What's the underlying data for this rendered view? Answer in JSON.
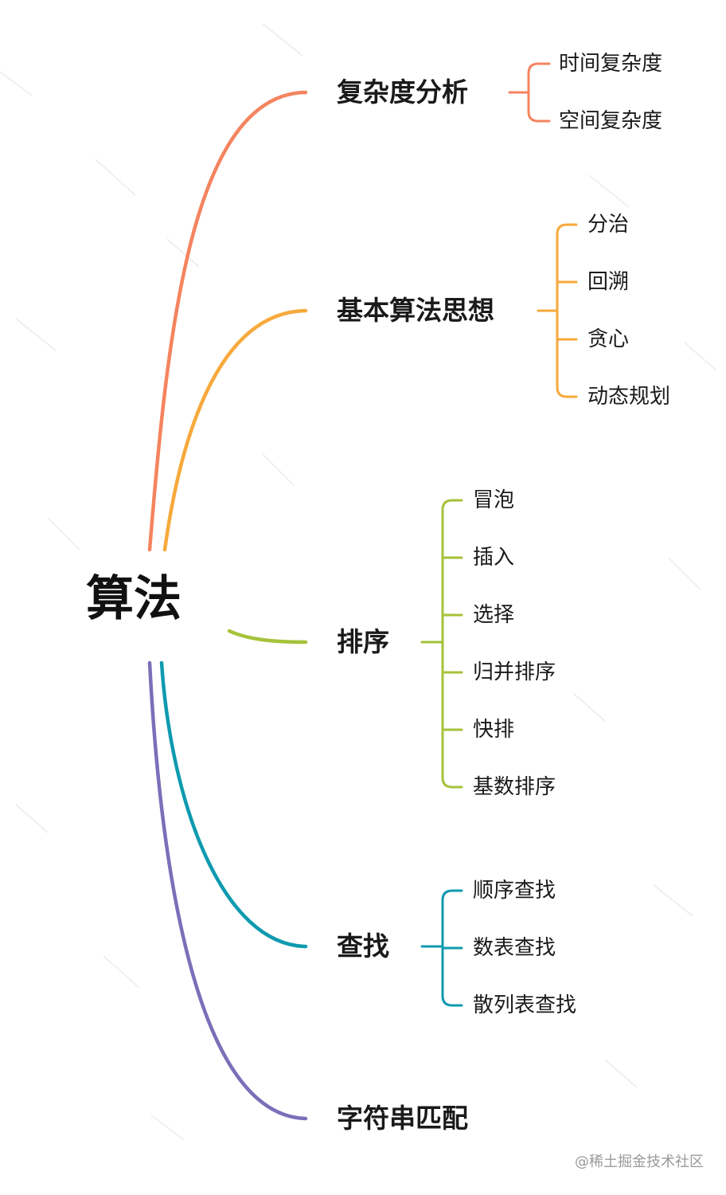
{
  "root": {
    "label": "算法"
  },
  "colors": {
    "complexity": "#F4845F",
    "ideas": "#F7A93B",
    "sorting": "#A6C23A",
    "search": "#0E9AAF",
    "string": "#7A6FB8",
    "watermark_lines": "#e8e8e8"
  },
  "branches": [
    {
      "label": "复杂度分析",
      "children": [
        "时间复杂度",
        "空间复杂度"
      ]
    },
    {
      "label": "基本算法思想",
      "children": [
        "分治",
        "回溯",
        "贪心",
        "动态规划"
      ]
    },
    {
      "label": "排序",
      "children": [
        "冒泡",
        "插入",
        "选择",
        "归并排序",
        "快排",
        "基数排序"
      ]
    },
    {
      "label": "查找",
      "children": [
        "顺序查找",
        "数表查找",
        "散列表查找"
      ]
    },
    {
      "label": "字符串匹配",
      "children": []
    }
  ],
  "watermark": {
    "text": "@稀土掘金技术社区"
  }
}
